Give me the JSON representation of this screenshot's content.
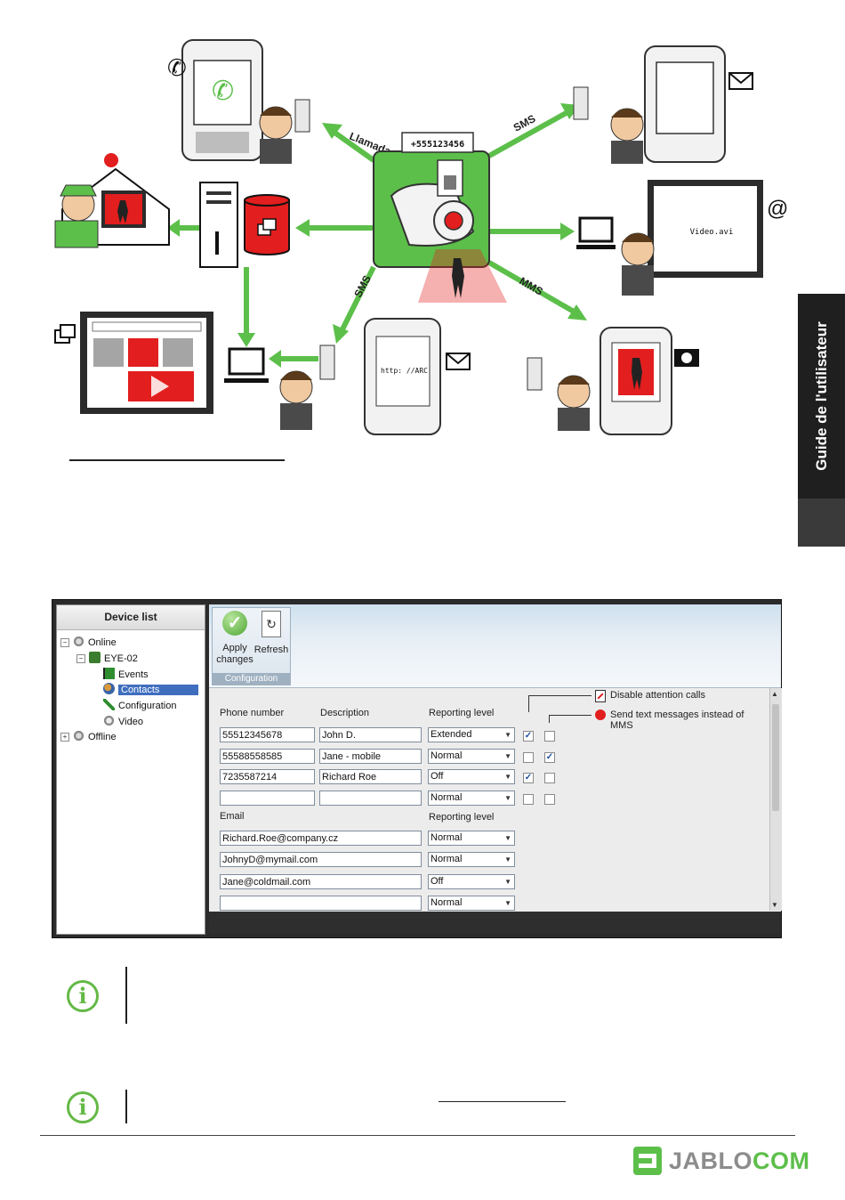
{
  "diagram": {
    "call_label": "Llamada",
    "sms_label_top": "SMS",
    "sms_label_bottom": "SMS",
    "mms_label": "MMS",
    "phone_number_bubble": "+555123456",
    "video_file": "Video.avi",
    "url_text": "http: //ARC",
    "email_symbol": "@",
    "accent_green": "#5cbf4a",
    "alarm_red": "#e21e1e"
  },
  "side_tab": {
    "text": "Guide de l'utilisateur"
  },
  "app": {
    "device_list": {
      "title": "Device list",
      "items": [
        {
          "label": "Online",
          "expander": "−"
        },
        {
          "label": "EYE-02",
          "expander": "−"
        },
        {
          "label": "Events"
        },
        {
          "label": "Contacts"
        },
        {
          "label": "Configuration"
        },
        {
          "label": "Video"
        },
        {
          "label": "Offline",
          "expander": "+"
        }
      ]
    },
    "ribbon": {
      "apply_label_1": "Apply",
      "apply_label_2": "changes",
      "refresh_label": "Refresh",
      "group_caption": "Configuration"
    },
    "legend": {
      "disable_calls": "Disable attention calls",
      "send_text": "Send text messages instead of MMS"
    },
    "phone_section": {
      "col_phone": "Phone number",
      "col_description": "Description",
      "col_reporting": "Reporting level",
      "rows": [
        {
          "phone": "55512345678",
          "description": "John D.",
          "level": "Extended",
          "disable_calls": true,
          "send_text": false
        },
        {
          "phone": "55588558585",
          "description": "Jane - mobile",
          "level": "Normal",
          "disable_calls": false,
          "send_text": true
        },
        {
          "phone": "7235587214",
          "description": "Richard Roe",
          "level": "Off",
          "disable_calls": true,
          "send_text": false
        },
        {
          "phone": "",
          "description": "",
          "level": "Normal",
          "disable_calls": false,
          "send_text": false
        }
      ]
    },
    "email_section": {
      "col_email": "Email",
      "col_reporting": "Reporting level",
      "rows": [
        {
          "email": "Richard.Roe@company.cz",
          "level": "Normal"
        },
        {
          "email": "JohnyD@mymail.com",
          "level": "Normal"
        },
        {
          "email": "Jane@coldmail.com",
          "level": "Off"
        },
        {
          "email": "",
          "level": "Normal"
        }
      ]
    }
  },
  "info_icon_glyph": "i",
  "logo": {
    "part1": "JABLO",
    "part2": "COM",
    "color_dark": "#8c8c8c",
    "color_green": "#5cbf4a"
  }
}
